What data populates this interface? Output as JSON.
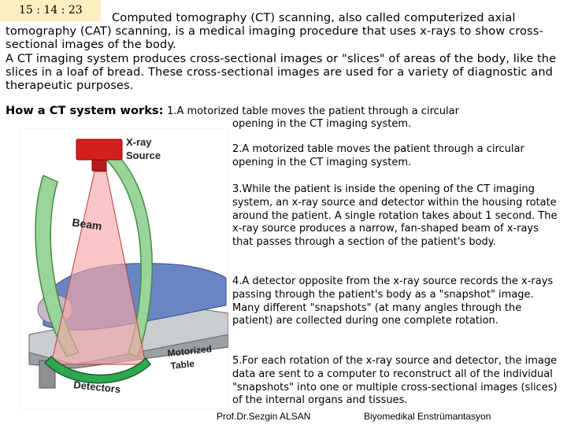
{
  "clock": "15 : 14 : 23",
  "intro": {
    "para1": "Computed tomography (CT) scanning, also called computerized axial tomography (CAT) scanning, is a medical imaging procedure that uses x-rays to show cross-sectional images of the body.",
    "para2": "A CT imaging system produces cross-sectional images or \"slices\" of areas of the body, like the slices in a loaf of bread. These cross-sectional images are used for a variety of diagnostic and therapeutic purposes."
  },
  "how": {
    "heading": "How a CT system works:",
    "step1_a": "1.A motorized table moves the patient through a circular",
    "step1_b": "opening in the CT imaging system."
  },
  "steps": [
    "2.A motorized table moves the patient through a circular opening in the CT imaging system.",
    "3.While the patient is inside the opening of the CT imaging system, an x-ray source and detector within the housing rotate around the patient. A single rotation takes about 1 second. The x-ray source produces a narrow, fan-shaped beam of x-rays that passes through a section of the patient's body.",
    "4.A detector opposite from the x-ray source records the x-rays passing through the patient's body as a \"snapshot\" image. Many different \"snapshots\" (at many angles through the patient) are collected during one complete rotation.",
    "5.For each rotation of the x-ray source and detector, the image data are sent to a computer to reconstruct all of the individual \"snapshots\" into one or multiple cross-sectional images (slices) of the internal organs and tissues."
  ],
  "figure": {
    "xray_source_label": "X-ray Source",
    "xray_line1": "X-ray",
    "xray_line2": "Source",
    "beam_label": "Beam",
    "motorized_line1": "Motorized",
    "motorized_line2": "Table",
    "detectors_label": "Detectors"
  },
  "footer": {
    "author": "Prof.Dr.Sezgin ALSAN",
    "course": "Biyomedikal Enstrümantasyon"
  }
}
